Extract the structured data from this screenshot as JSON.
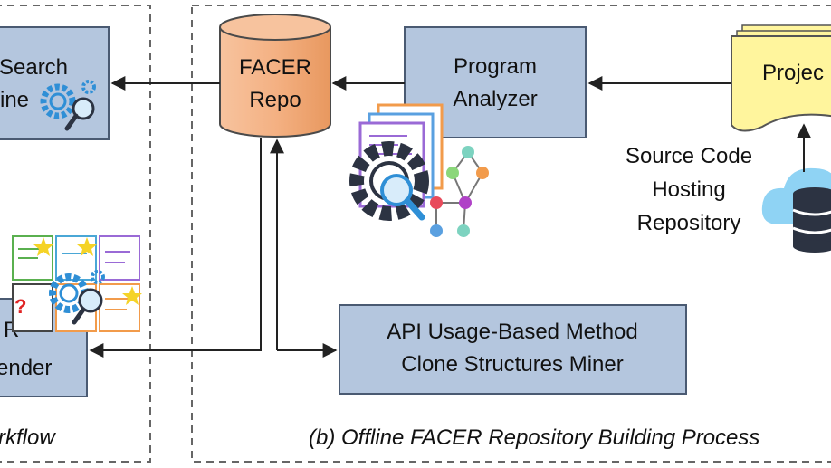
{
  "diagram": {
    "search_engine": {
      "line1": "Search",
      "line2": "ine"
    },
    "facer_repo": {
      "line1": "FACER",
      "line2": "Repo"
    },
    "program_analyzer": {
      "line1": "Program",
      "line2": "Analyzer"
    },
    "projects": {
      "label": "Projec"
    },
    "source_code_hosting": {
      "line1": "Source Code",
      "line2": "Hosting",
      "line3": "Repository"
    },
    "recommender": {
      "line1": "R",
      "line2": "ender"
    },
    "clone_miner": {
      "line1": "API Usage-Based Method",
      "line2": "Clone Structures Miner"
    },
    "left_panel_caption": "rkflow",
    "right_panel_caption": "(b) Offline FACER Repository Building Process",
    "question_mark": "?",
    "colors": {
      "box_fill": "#b4c6de",
      "box_stroke": "#4a5a72",
      "repo_fill": "#f4b183",
      "projects_fill": "#fff59d",
      "cloud_fill": "#8fd3f4",
      "gear_dark": "#2c3342",
      "gear_blue": "#2f8fd6",
      "accent_yellow": "#f5d327"
    }
  }
}
